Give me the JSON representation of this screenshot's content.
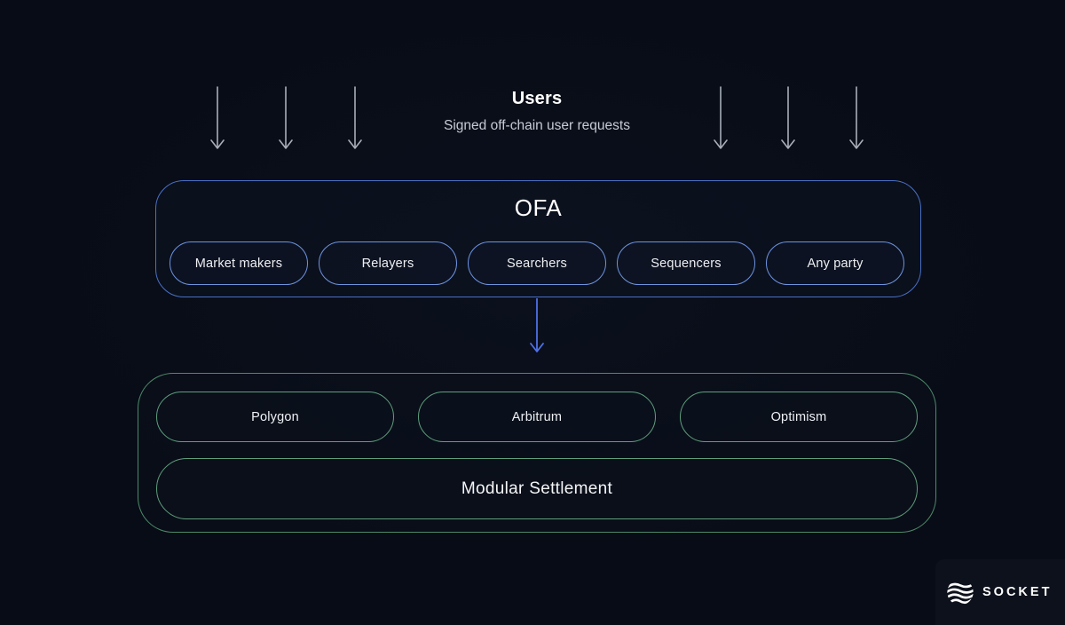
{
  "colors": {
    "background": "#080c16",
    "blue_border": "#4a6fc4",
    "blue_pill_border": "#6d93e0",
    "blue_arrow": "#4f71e6",
    "green_border": "#4e8a68",
    "green_pill_border": "#5f9e7c",
    "gray_arrow": "#a9aeb9"
  },
  "users": {
    "title": "Users",
    "subtitle": "Signed off-chain user requests",
    "left_arrow_count": 3,
    "right_arrow_count": 3
  },
  "ofa": {
    "title": "OFA",
    "pills": [
      "Market makers",
      "Relayers",
      "Searchers",
      "Sequencers",
      "Any party"
    ]
  },
  "settlement": {
    "chains": [
      "Polygon",
      "Arbitrum",
      "Optimism"
    ],
    "label": "Modular Settlement"
  },
  "branding": {
    "logo_text": "SOCKET"
  }
}
